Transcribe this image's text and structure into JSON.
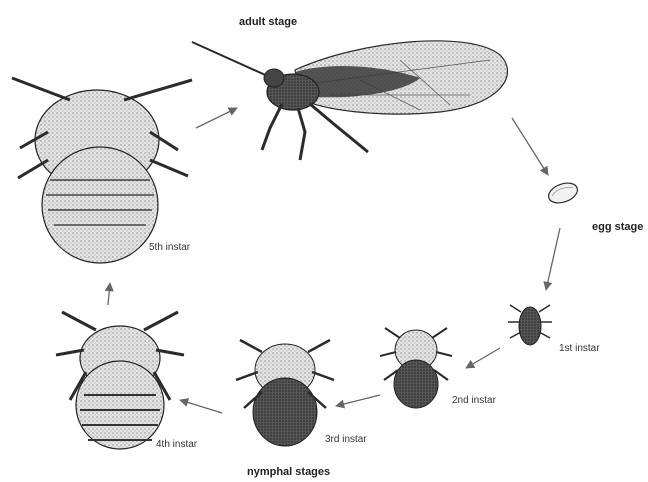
{
  "diagram": {
    "adult_label": "adult stage",
    "egg_label": "egg stage",
    "nymphal_label": "nymphal stages",
    "instars": {
      "first": "1st instar",
      "second": "2nd instar",
      "third": "3rd instar",
      "fourth": "4th instar",
      "fifth": "5th instar"
    }
  },
  "colors": {
    "ink": "#2b2b2b",
    "body_fill": "#d9d9d9",
    "dark_fill": "#3a3a3a",
    "arrow": "#666666"
  }
}
